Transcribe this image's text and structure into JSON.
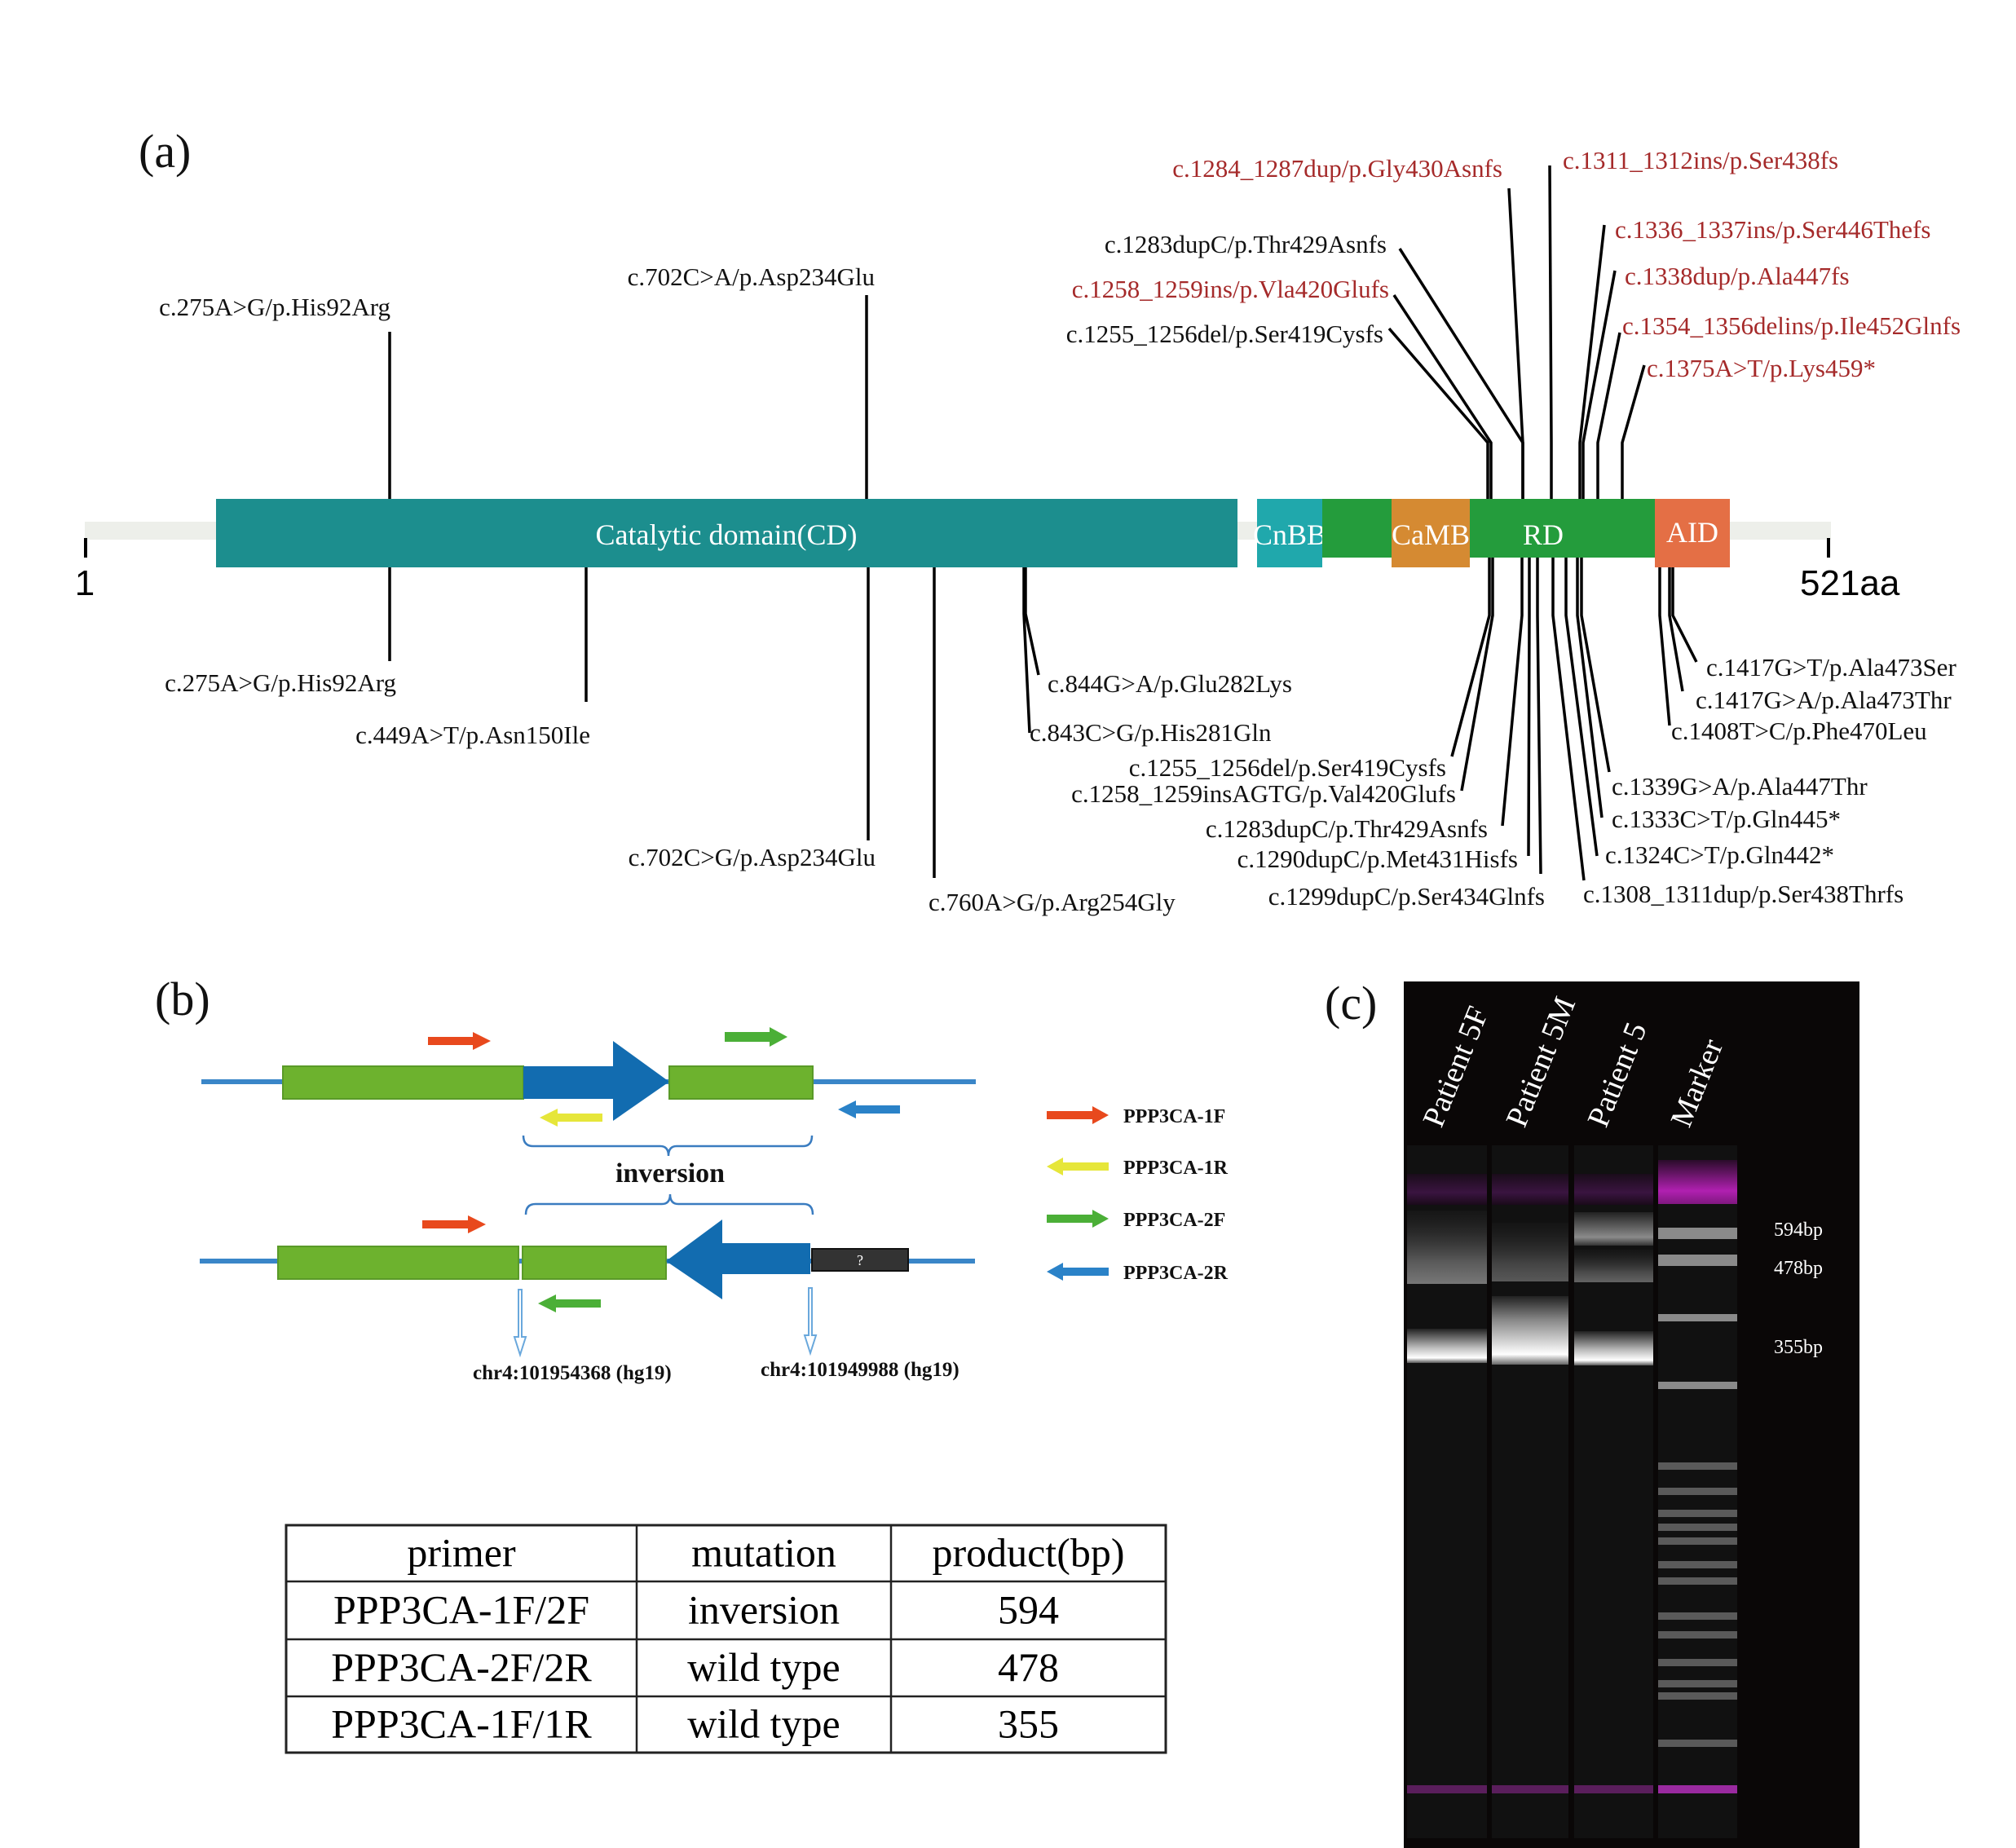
{
  "figure": {
    "panel_a": {
      "label": "(a)",
      "axis": {
        "start_label": "1",
        "end_label": "521aa"
      },
      "colors": {
        "backbone": "#EDEFEA",
        "red_text": "#A52A2A",
        "black_text": "#111111"
      },
      "domains": [
        {
          "id": "cd",
          "label": "Catalytic domain(CD)",
          "color": "#1C8E8E"
        },
        {
          "id": "cnbb",
          "label": "CnBB",
          "color": "#20A8AC"
        },
        {
          "id": "link",
          "label": "",
          "color": "#249C3C"
        },
        {
          "id": "camb",
          "label": "CaMB",
          "color": "#D58A32"
        },
        {
          "id": "rd",
          "label": "RD",
          "color": "#249C3C"
        },
        {
          "id": "aid",
          "label": "AID",
          "color": "#E46F45"
        }
      ],
      "mutations_above": [
        {
          "text": "c.275A>G/p.His92Arg",
          "color": "black"
        },
        {
          "text": "c.702C>A/p.Asp234Glu",
          "color": "black"
        },
        {
          "text": "c.1284_1287dup/p.Gly430Asnfs",
          "color": "red"
        },
        {
          "text": "c.1311_1312ins/p.Ser438fs",
          "color": "red"
        },
        {
          "text": "c.1283dupC/p.Thr429Asnfs",
          "color": "black"
        },
        {
          "text": "c.1258_1259ins/p.Vla420Glufs",
          "color": "red"
        },
        {
          "text": "c.1255_1256del/p.Ser419Cysfs",
          "color": "black"
        },
        {
          "text": "c.1336_1337ins/p.Ser446Thefs",
          "color": "red"
        },
        {
          "text": "c.1338dup/p.Ala447fs",
          "color": "red"
        },
        {
          "text": "c.1354_1356delins/p.Ile452Glnfs",
          "color": "red"
        },
        {
          "text": "c.1375A>T/p.Lys459*",
          "color": "red"
        }
      ],
      "mutations_below": [
        {
          "text": "c.275A>G/p.His92Arg"
        },
        {
          "text": "c.449A>T/p.Asn150Ile"
        },
        {
          "text": "c.702C>G/p.Asp234Glu"
        },
        {
          "text": "c.760A>G/p.Arg254Gly"
        },
        {
          "text": "c.844G>A/p.Glu282Lys"
        },
        {
          "text": "c.843C>G/p.His281Gln"
        },
        {
          "text": "c.1255_1256del/p.Ser419Cysfs"
        },
        {
          "text": "c.1258_1259insAGTG/p.Val420Glufs"
        },
        {
          "text": "c.1283dupC/p.Thr429Asnfs"
        },
        {
          "text": "c.1290dupC/p.Met431Hisfs"
        },
        {
          "text": "c.1299dupC/p.Ser434Glnfs"
        },
        {
          "text": "c.1308_1311dup/p.Ser438Thrfs"
        },
        {
          "text": "c.1324C>T/p.Gln442*"
        },
        {
          "text": "c.1333C>T/p.Gln445*"
        },
        {
          "text": "c.1339G>A/p.Ala447Thr"
        },
        {
          "text": "c.1408T>C/p.Phe470Leu"
        },
        {
          "text": "c.1417G>A/p.Ala473Thr"
        },
        {
          "text": "c.1417G>T/p.Ala473Ser"
        }
      ]
    },
    "panel_b": {
      "label": "(b)",
      "colors": {
        "line": "#3A86C8",
        "exon": "#6DB22E",
        "exon_border": "#5A9A28",
        "inv_arrow": "#126CB0",
        "unknown_box": "#333333",
        "brace": "#3A7CC0"
      },
      "inversion_label": "inversion",
      "unknown_box_label": "?",
      "breakpoints": [
        "chr4:101954368 (hg19)",
        "chr4:101949988 (hg19)"
      ],
      "legend": [
        {
          "label": "PPP3CA-1F",
          "color": "#E8491D",
          "direction": "right"
        },
        {
          "label": "PPP3CA-1R",
          "color": "#E6E63A",
          "direction": "left"
        },
        {
          "label": "PPP3CA-2F",
          "color": "#4BAF37",
          "direction": "right"
        },
        {
          "label": "PPP3CA-2R",
          "color": "#2A82C8",
          "direction": "left"
        }
      ],
      "table": {
        "headers": [
          "primer",
          "mutation",
          "product(bp)"
        ],
        "rows": [
          [
            "PPP3CA-1F/2F",
            "inversion",
            "594"
          ],
          [
            "PPP3CA-2F/2R",
            "wild type",
            "478"
          ],
          [
            "PPP3CA-1F/1R",
            "wild type",
            "355"
          ]
        ]
      }
    },
    "panel_c": {
      "label": "(c)",
      "lanes": [
        "Patient 5F",
        "Patient 5M",
        "Patient 5",
        "Marker"
      ],
      "size_labels": [
        "594bp",
        "478bp",
        "355bp"
      ],
      "colors": {
        "gel_bg": "#0A0707",
        "marker_dye": "#B026B4",
        "band": "#FFFFFF"
      },
      "bands_present": {
        "Patient 5F": [
          "478bp",
          "355bp"
        ],
        "Patient 5M": [
          "478bp",
          "355bp"
        ],
        "Patient 5": [
          "594bp",
          "478bp",
          "355bp"
        ],
        "Marker": [
          "ladder"
        ]
      }
    }
  }
}
